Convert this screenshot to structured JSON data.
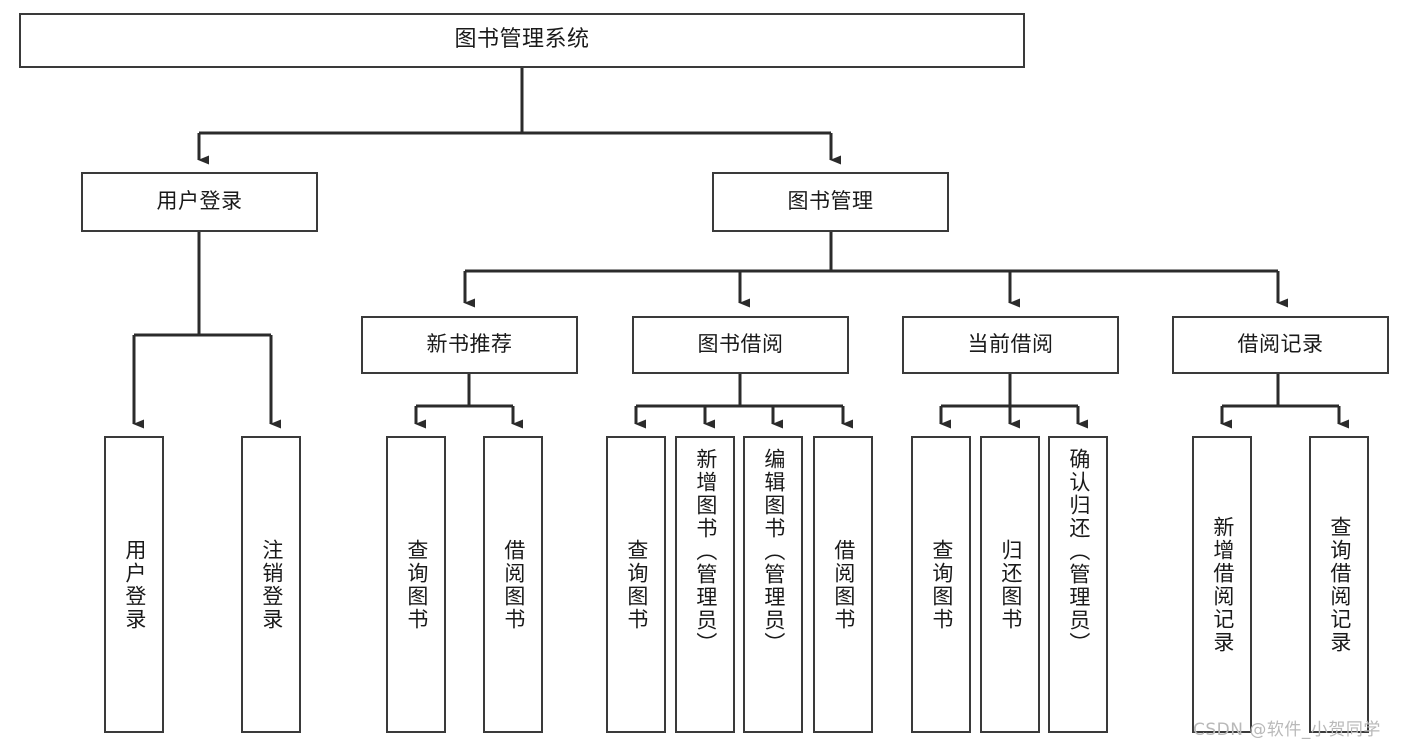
{
  "diagram": {
    "title": "图书管理系统",
    "type": "tree-hierarchy-diagram",
    "colors": {
      "node_border": "#3a3a3a",
      "node_fill": "#ffffff",
      "edge": "#2b2b2b",
      "text": "#1a1a1a",
      "watermark": "#b9b9b9",
      "background": "#ffffff"
    },
    "levels": {
      "root": "图书管理系统",
      "level2": [
        "用户登录",
        "图书管理"
      ],
      "level3": [
        "新书推荐",
        "图书借阅",
        "当前借阅",
        "借阅记录"
      ]
    },
    "nodes": {
      "root": {
        "label": "图书管理系统"
      },
      "user_login": {
        "label": "用户登录"
      },
      "book_manage": {
        "label": "图书管理"
      },
      "new_book_rec": {
        "label": "新书推荐"
      },
      "book_borrow": {
        "label": "图书借阅"
      },
      "current_borrow": {
        "label": "当前借阅"
      },
      "borrow_record": {
        "label": "借阅记录"
      },
      "leaf_user_login": {
        "label": "用户登录"
      },
      "leaf_logout": {
        "label": "注销登录"
      },
      "leaf_query_book_1": {
        "label": "查询图书"
      },
      "leaf_borrow_book_1": {
        "label": "借阅图书"
      },
      "leaf_query_book_2": {
        "label": "查询图书"
      },
      "leaf_add_book": {
        "label": "新增图书（管理员）"
      },
      "leaf_edit_book": {
        "label": "编辑图书（管理员）"
      },
      "leaf_borrow_book_2": {
        "label": "借阅图书"
      },
      "leaf_query_book_3": {
        "label": "查询图书"
      },
      "leaf_return_book": {
        "label": "归还图书"
      },
      "leaf_confirm_return": {
        "label": "确认归还（管理员）"
      },
      "leaf_add_record": {
        "label": "新增借阅记录"
      },
      "leaf_query_record": {
        "label": "查询借阅记录"
      }
    },
    "watermark": "CSDN @软件_小贺同学"
  }
}
